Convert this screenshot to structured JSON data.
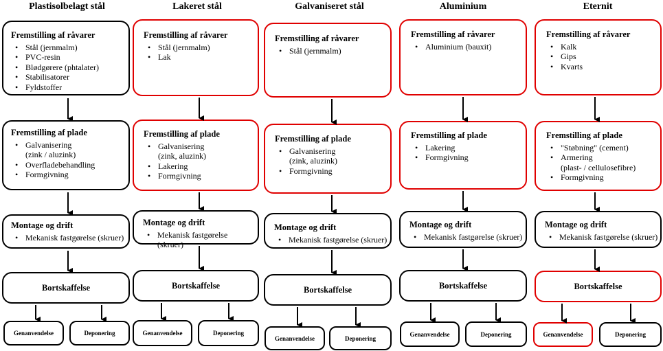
{
  "labels": {
    "raw_heading": "Fremstilling af råvarer",
    "plate_heading": "Fremstilling af plade",
    "mount_heading": "Montage og drift",
    "disposal": "Bortskaffelse",
    "reuse": "Genanvendelse",
    "landfill": "Deponering"
  },
  "colors": {
    "black": "#000000",
    "red": "#e00000"
  },
  "columns": [
    {
      "title": "Plastisolbelagt stål",
      "raw_items": [
        "Stål (jernmalm)",
        "PVC-resin",
        "Blødgørere (phtalater)",
        "Stabilisatorer",
        "Fyldstoffer"
      ],
      "plate_items": [
        "Galvanisering",
        "(zink / aluzink)",
        "Overfladebehandling",
        "Formgivning"
      ],
      "mount_items": [
        "Mekanisk fastgørelse (skruer)"
      ]
    },
    {
      "title": "Lakeret stål",
      "raw_items": [
        "Stål (jernmalm)",
        "Lak"
      ],
      "plate_items": [
        "Galvanisering",
        "(zink, aluzink)",
        "Lakering",
        "Formgivning"
      ],
      "mount_items": [
        "Mekanisk fastgørelse (skruer)"
      ]
    },
    {
      "title": "Galvaniseret stål",
      "raw_items": [
        "Stål (jernmalm)"
      ],
      "plate_items": [
        "Galvanisering",
        "(zink, aluzink)",
        "Formgivning"
      ],
      "mount_items": [
        "Mekanisk fastgørelse (skruer)"
      ]
    },
    {
      "title": "Aluminium",
      "raw_items": [
        "Aluminium (bauxit)"
      ],
      "plate_items": [
        "Lakering",
        "Formgivning"
      ],
      "mount_items": [
        "Mekanisk fastgørelse (skruer)"
      ]
    },
    {
      "title": "Eternit",
      "raw_items": [
        "Kalk",
        "Gips",
        "Kvarts"
      ],
      "plate_items": [
        "\"Støbning\" (cement)",
        "Armering",
        "(plast- / cellulosefibre)",
        "Formgivning"
      ],
      "mount_items": [
        "Mekanisk fastgørelse (skruer)"
      ]
    }
  ]
}
